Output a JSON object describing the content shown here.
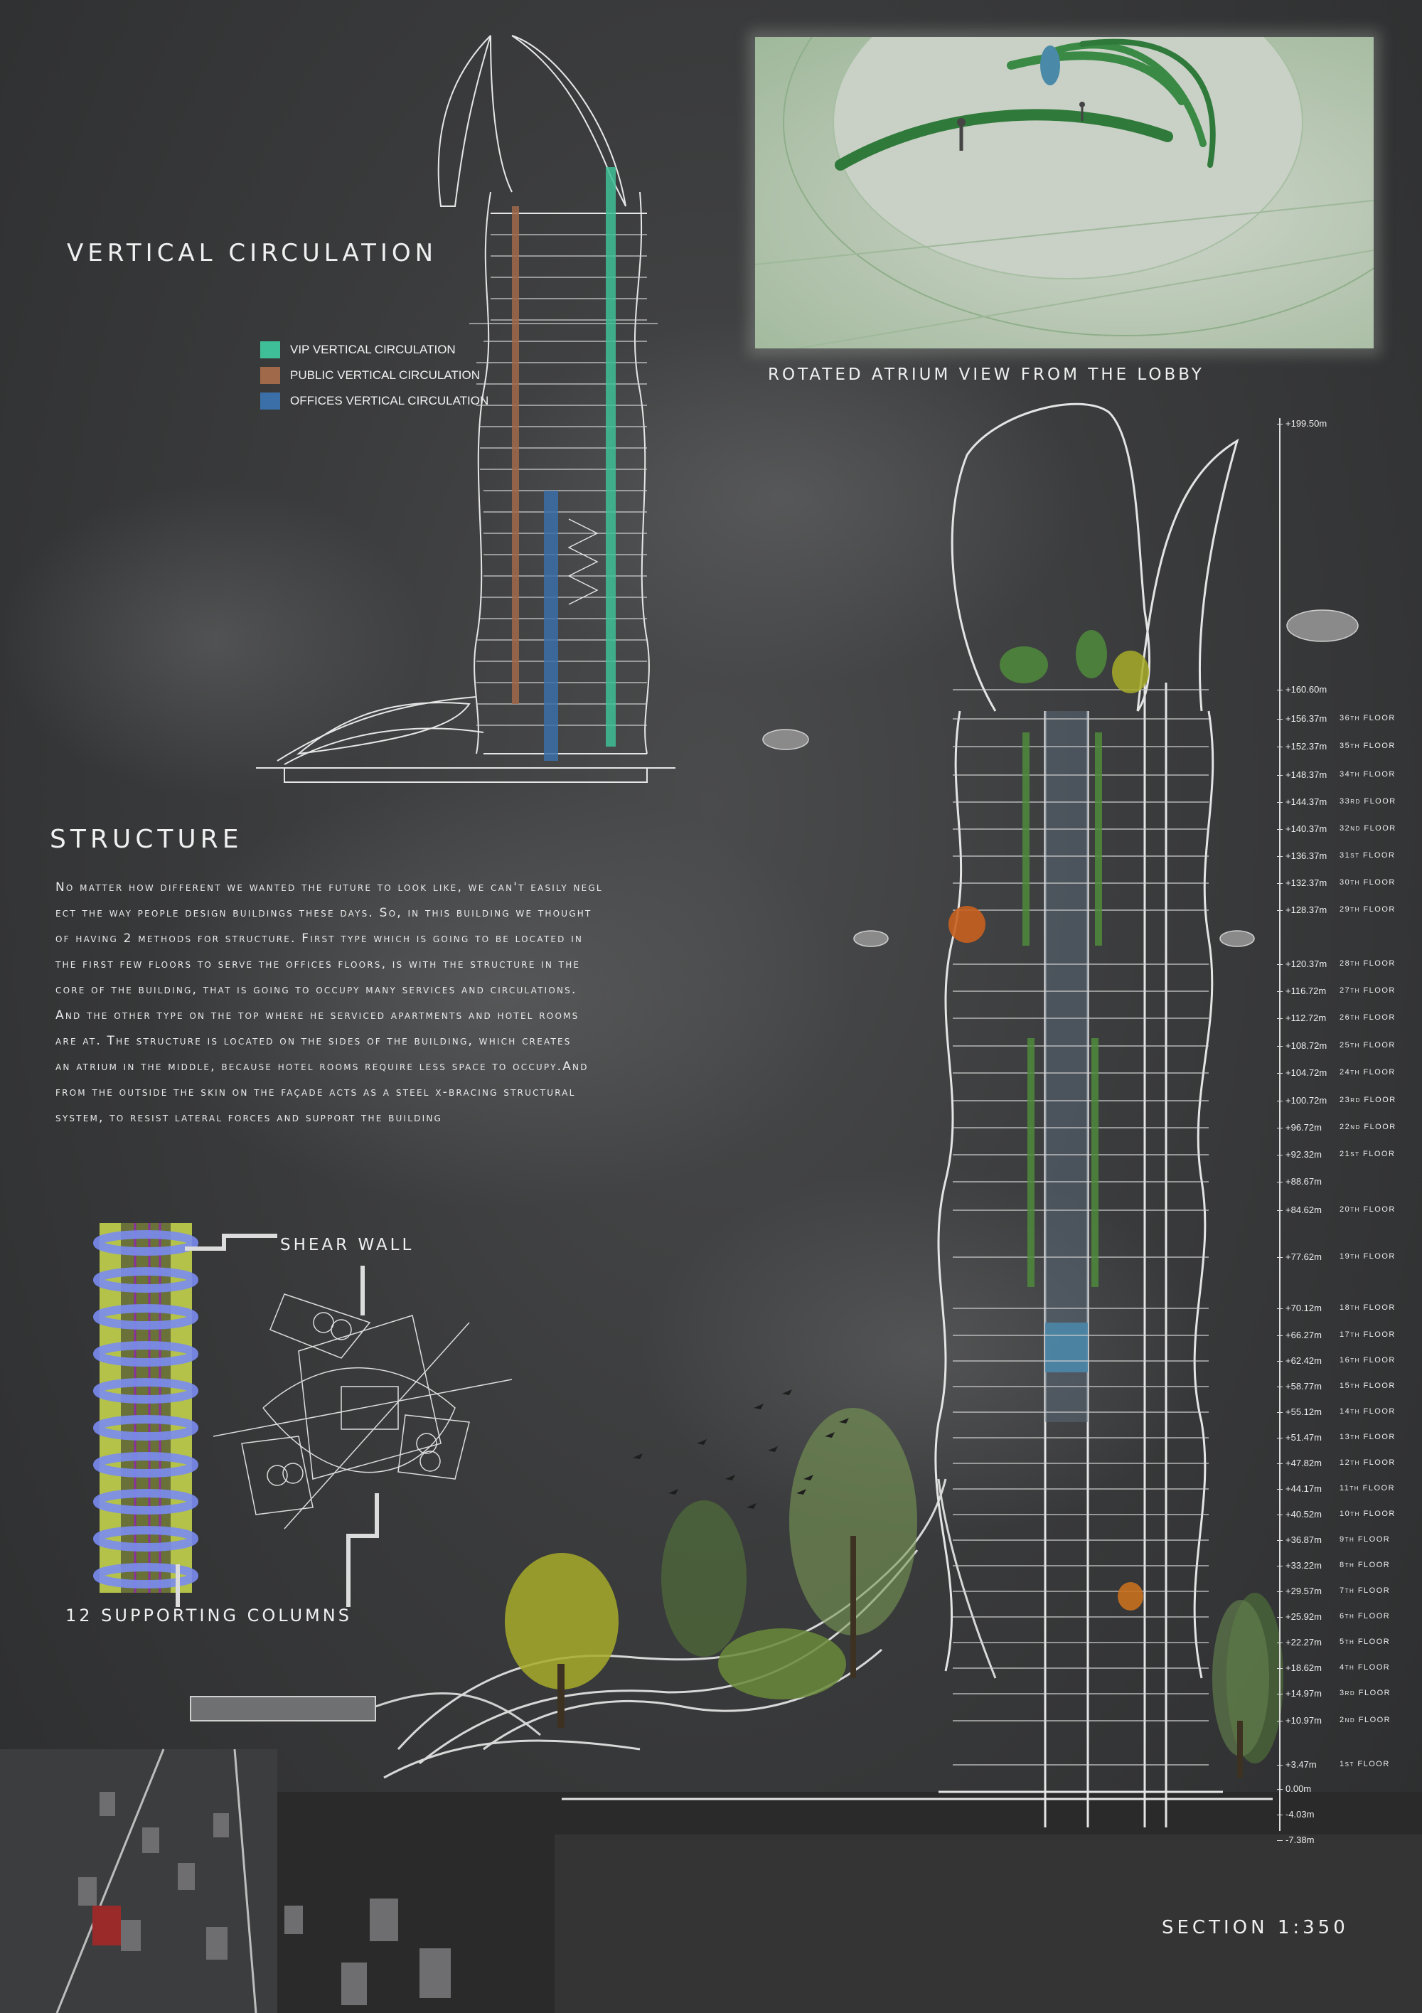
{
  "vertical_circulation": {
    "title": "VERTICAL CIRCULATION",
    "legend": [
      {
        "label": "VIP VERTICAL CIRCULATION",
        "color": "#3fbf97"
      },
      {
        "label": "PUBLIC VERTICAL CIRCULATION",
        "color": "#a0694a"
      },
      {
        "label": "OFFICES VERTICAL CIRCULATION",
        "color": "#3b6fa8"
      }
    ]
  },
  "atrium_view": {
    "caption": "ROTATED ATRIUM VIEW FROM THE LOBBY"
  },
  "structure": {
    "title": "STRUCTURE",
    "lines": [
      "No matter how different we wanted the future to look like, we can't easily negl",
      "ect the way people design buildings these days. So, in this building we thought",
      "of having 2 methods for structure. First type which  is going to be located in",
      "the first few floors to serve the offices floors, is with the structure in the",
      "core of the building, that is going to occupy many services and circulations.",
      "And the other type on the top where he serviced apartments and hotel rooms",
      "are at. The structure is located on the sides of the building, which  creates",
      "an atrium in the middle, because hotel rooms require less space to occupy.And",
      "from the outside the skin on the façade acts as a steel x-bracing structural",
      "system, to resist lateral forces and support the building"
    ],
    "shear_wall_label": "SHEAR WALL",
    "columns_label": "12 SUPPORTING COLUMNS"
  },
  "section": {
    "label": "SECTION 1:350",
    "levels": [
      {
        "elev": "+199.50m",
        "floor": ""
      },
      {
        "elev": "+160.60m",
        "floor": ""
      },
      {
        "elev": "+156.37m",
        "floor": "36th FLOOR"
      },
      {
        "elev": "+152.37m",
        "floor": "35th FLOOR"
      },
      {
        "elev": "+148.37m",
        "floor": "34th FLOOR"
      },
      {
        "elev": "+144.37m",
        "floor": "33rd FLOOR"
      },
      {
        "elev": "+140.37m",
        "floor": "32nd FLOOR"
      },
      {
        "elev": "+136.37m",
        "floor": "31st FLOOR"
      },
      {
        "elev": "+132.37m",
        "floor": "30th FLOOR"
      },
      {
        "elev": "+128.37m",
        "floor": "29th FLOOR"
      },
      {
        "elev": "+120.37m",
        "floor": "28th FLOOR"
      },
      {
        "elev": "+116.72m",
        "floor": "27th FLOOR"
      },
      {
        "elev": "+112.72m",
        "floor": "26th FLOOR"
      },
      {
        "elev": "+108.72m",
        "floor": "25th FLOOR"
      },
      {
        "elev": "+104.72m",
        "floor": "24th FLOOR"
      },
      {
        "elev": "+100.72m",
        "floor": "23rd FLOOR"
      },
      {
        "elev": "+96.72m",
        "floor": "22nd FLOOR"
      },
      {
        "elev": "+92.32m",
        "floor": "21st FLOOR"
      },
      {
        "elev": "+88.67m",
        "floor": ""
      },
      {
        "elev": "+84.62m",
        "floor": "20th FLOOR"
      },
      {
        "elev": "+77.62m",
        "floor": "19th FLOOR"
      },
      {
        "elev": "+70.12m",
        "floor": "18th FLOOR"
      },
      {
        "elev": "+66.27m",
        "floor": "17th FLOOR"
      },
      {
        "elev": "+62.42m",
        "floor": "16th FLOOR"
      },
      {
        "elev": "+58.77m",
        "floor": "15th FLOOR"
      },
      {
        "elev": "+55.12m",
        "floor": "14th FLOOR"
      },
      {
        "elev": "+51.47m",
        "floor": "13th FLOOR"
      },
      {
        "elev": "+47.82m",
        "floor": "12th FLOOR"
      },
      {
        "elev": "+44.17m",
        "floor": "11th FLOOR"
      },
      {
        "elev": "+40.52m",
        "floor": "10th FLOOR"
      },
      {
        "elev": "+36.87m",
        "floor": "9th FLOOR"
      },
      {
        "elev": "+33.22m",
        "floor": "8th FLOOR"
      },
      {
        "elev": "+29.57m",
        "floor": "7th FLOOR"
      },
      {
        "elev": "+25.92m",
        "floor": "6th FLOOR"
      },
      {
        "elev": "+22.27m",
        "floor": "5th FLOOR"
      },
      {
        "elev": "+18.62m",
        "floor": "4th FLOOR"
      },
      {
        "elev": "+14.97m",
        "floor": "3rd FLOOR"
      },
      {
        "elev": "+10.97m",
        "floor": "2nd FLOOR"
      },
      {
        "elev": "+3.47m",
        "floor": "1st FLOOR"
      },
      {
        "elev": "0.00m",
        "floor": ""
      },
      {
        "elev": "-4.03m",
        "floor": ""
      },
      {
        "elev": "-7.38m",
        "floor": ""
      }
    ]
  }
}
